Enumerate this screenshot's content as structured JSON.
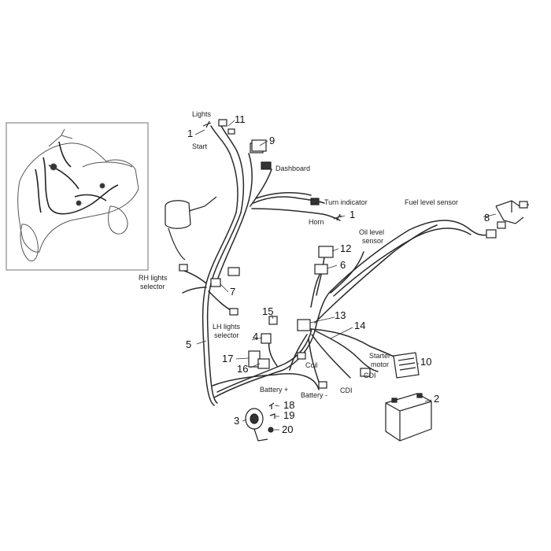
{
  "labels": {
    "lights": "Lights",
    "start": "Start",
    "dashboard": "Dashboard",
    "turn_indicator": "Turn indicator",
    "horn": "Horn",
    "fuel_level_sensor": "Fuel level sensor",
    "oil_level_sensor_1": "Oil level",
    "oil_level_sensor_2": "sensor",
    "rh_lights_selector_1": "RH lights",
    "rh_lights_selector_2": "selector",
    "lh_lights_selector_1": "LH lights",
    "lh_lights_selector_2": "selector",
    "starter_motor_1": "Starter",
    "starter_motor_2": "motor",
    "coil": "Coil",
    "cdi_top": "CDI",
    "cdi_bottom": "CDI",
    "battery_plus": "Battery +",
    "battery_minus": "Battery -"
  },
  "numbers": {
    "n1a": "1",
    "n1b": "1",
    "n2": "2",
    "n3": "3",
    "n4": "4",
    "n5": "5",
    "n6": "6",
    "n7": "7",
    "n8": "8",
    "n9": "9",
    "n10": "10",
    "n11": "11",
    "n12": "12",
    "n13": "13",
    "n14": "14",
    "n15": "15",
    "n16": "16",
    "n17": "17",
    "n18": "18",
    "n19": "19",
    "n20": "20"
  },
  "colors": {
    "line": "#2a2a2a",
    "frame": "#8a8a8a"
  }
}
